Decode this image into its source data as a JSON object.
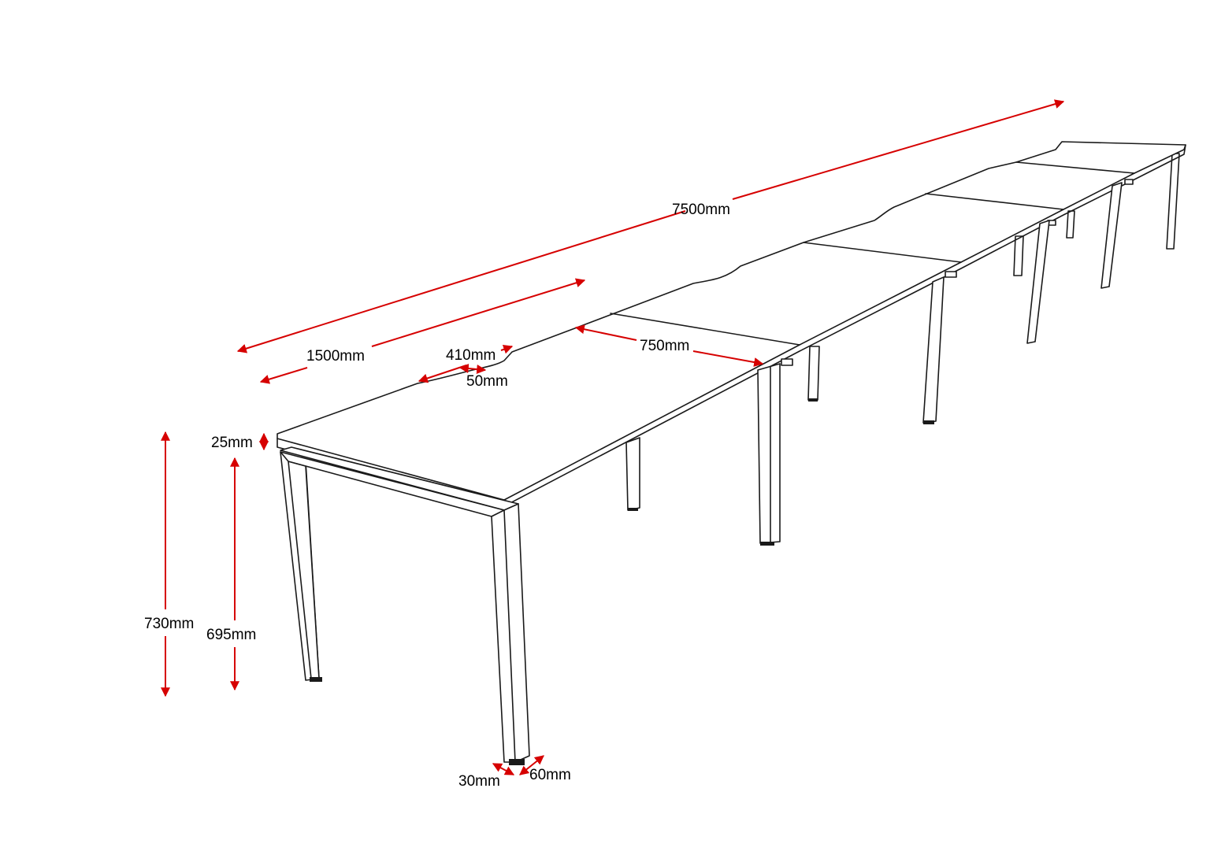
{
  "colors": {
    "dimension": "#d60000",
    "outline": "#1a1a1a",
    "background": "#ffffff"
  },
  "dimensions": {
    "total_length": "7500mm",
    "desk_length": "1500mm",
    "cutout_width": "410mm",
    "cutout_depth": "50mm",
    "desk_depth": "750mm",
    "top_thickness": "25mm",
    "total_height": "730mm",
    "frame_height": "695mm",
    "leg_width": "30mm",
    "leg_depth": "60mm"
  }
}
